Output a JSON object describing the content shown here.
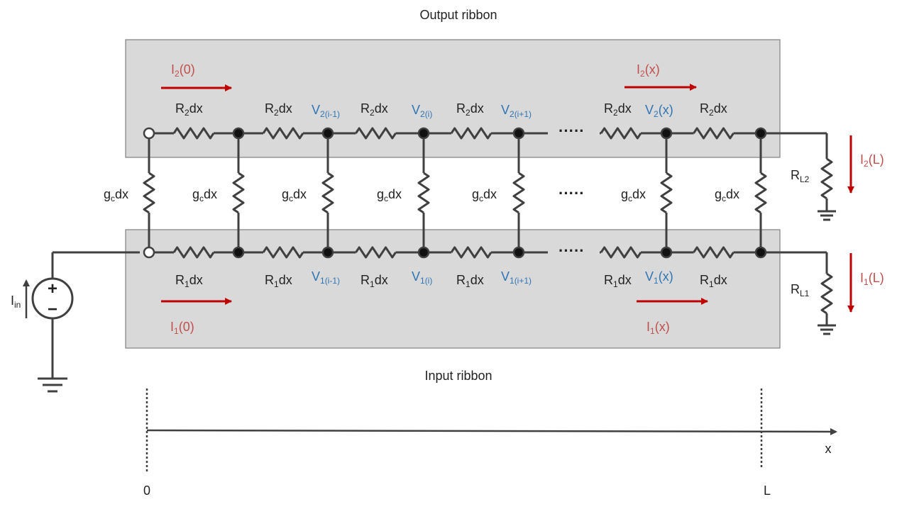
{
  "ribbons": {
    "output_label": "Output ribbon",
    "input_label": "Input ribbon"
  },
  "currents": {
    "i2_0": {
      "main": "I",
      "sub": "2",
      "tail": "(0)"
    },
    "i2_x": {
      "main": "I",
      "sub": "2",
      "tail": "(x)"
    },
    "i2_L": {
      "main": "I",
      "sub": "2",
      "tail": "(L)"
    },
    "i1_0": {
      "main": "I",
      "sub": "1",
      "tail": "(0)"
    },
    "i1_x": {
      "main": "I",
      "sub": "1",
      "tail": "(x)"
    },
    "i1_L": {
      "main": "I",
      "sub": "1",
      "tail": "(L)"
    }
  },
  "resistors": {
    "r2dx": {
      "main": "R",
      "sub": "2",
      "tail": "dx"
    },
    "r1dx": {
      "main": "R",
      "sub": "1",
      "tail": "dx"
    },
    "gcdx": {
      "main": "g",
      "sub": "c",
      "tail": "dx"
    },
    "rl2": {
      "main": "R",
      "sub": "L2"
    },
    "rl1": {
      "main": "R",
      "sub": "L1"
    }
  },
  "node_voltages": {
    "v2_im1": {
      "main": "V",
      "sub": "2(i-1)"
    },
    "v2_i": {
      "main": "V",
      "sub": "2(i)"
    },
    "v2_ip1": {
      "main": "V",
      "sub": "2(i+1)"
    },
    "v2_x": {
      "main": "V",
      "sub": "2",
      "tail": "(x)"
    },
    "v1_im1": {
      "main": "V",
      "sub": "1(i-1)"
    },
    "v1_i": {
      "main": "V",
      "sub": "1(i)"
    },
    "v1_ip1": {
      "main": "V",
      "sub": "1(i+1)"
    },
    "v1_x": {
      "main": "V",
      "sub": "1",
      "tail": "(x)"
    }
  },
  "source": {
    "main": "I",
    "sub": "in",
    "plus": "+",
    "minus": "−"
  },
  "ellipsis": "·····",
  "axis": {
    "start": "0",
    "end": "L",
    "var": "x"
  },
  "colors": {
    "current": "#c0504d",
    "arrow": "#c00000",
    "node_label": "#2e75b6",
    "ribbon_fill": "#d9d9d9",
    "wire": "#404040"
  }
}
